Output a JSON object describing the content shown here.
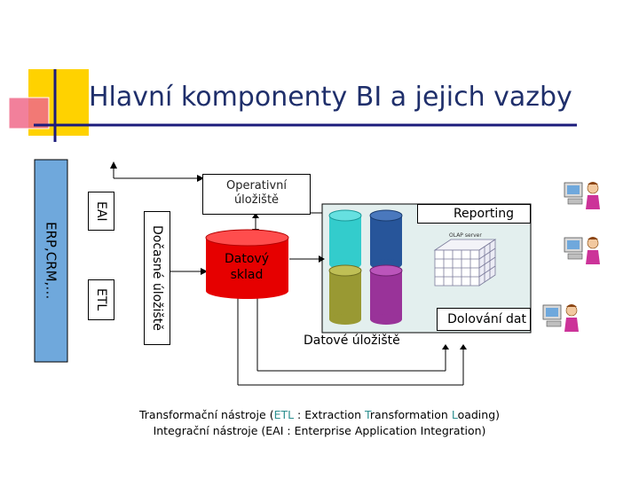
{
  "title": "Hlavní komponenty BI a jejich vazby",
  "sources_label": "ERP,CRM,…",
  "eai_label": "EAI",
  "etl_label": "ETL",
  "staging_label": "Dočasné úložiště",
  "ods_label": "Operativní úložiště",
  "dw_label": "Datový sklad",
  "reporting_label": "Reporting",
  "olap_label": "OLAP server",
  "mining_label": "Dolování dat",
  "datamart_label": "Datové úložiště",
  "footnote": {
    "line1_pre": "Transformační nástroje (",
    "line1_hl1": "ETL",
    "line1_mid1": " : Extraction ",
    "line1_hl2": "T",
    "line1_mid2": "ransformation ",
    "line1_hl3": "L",
    "line1_post": "oading)",
    "line2": "Integrační nástroje (EAI : Enterprise Application Integration)"
  },
  "colors": {
    "title": "#1f2f6b",
    "sources_fill": "#6fa8dc",
    "datamart_area": "#e3efee",
    "dw_cylinder": "#e60000",
    "cyl_cyan": "#33cccc",
    "cyl_blue": "#27559a",
    "cyl_olive": "#999933",
    "cyl_purple": "#993399",
    "logo_yellow": "#ffd200",
    "logo_pink": "#f06a8a",
    "logo_bar": "#1c1c7c"
  },
  "icons": [
    "user-at-computer-icon",
    "user-at-computer-icon",
    "user-at-computer-icon",
    "olap-cube-icon"
  ]
}
